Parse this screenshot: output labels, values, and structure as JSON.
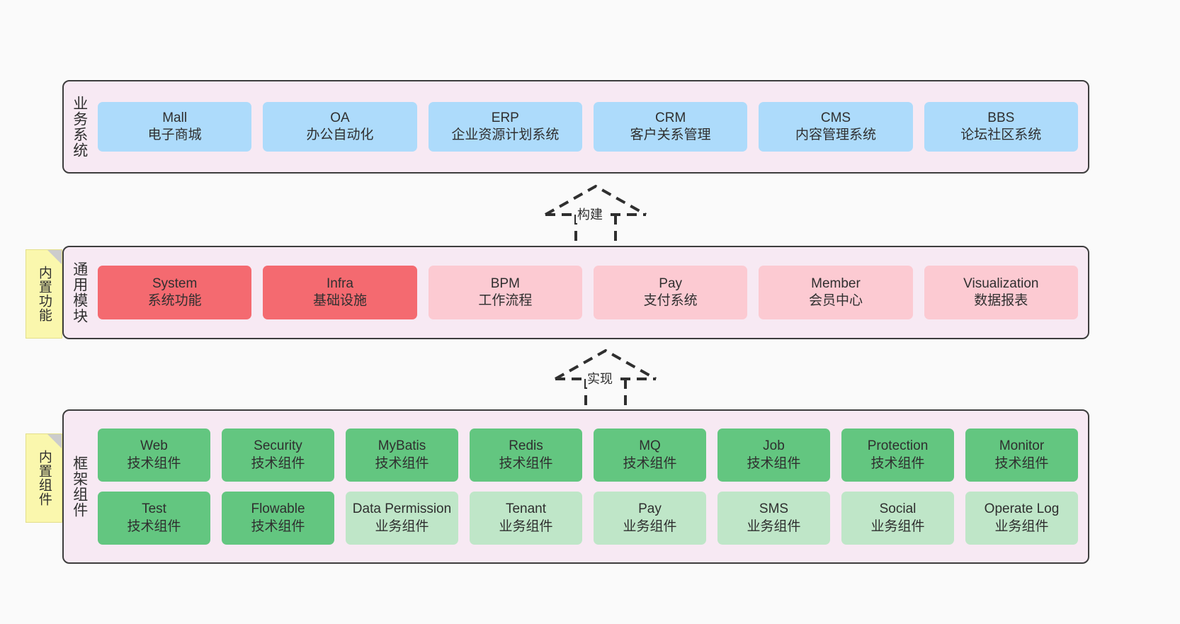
{
  "diagram": {
    "background": "#FAFAFA",
    "container_bg": "#F7E9F3",
    "colors": {
      "blue": "#ADDBFB",
      "red": "#F46A70",
      "pink": "#FCCAD2",
      "green": "#63C680",
      "green_light": "#BFE6C8",
      "note_yellow": "#FAF7AD",
      "border": "#3D3D3D"
    }
  },
  "layers": {
    "business": {
      "label": "业务系统",
      "nodes": [
        {
          "title": "Mall",
          "sub": "电子商城",
          "color": "blue"
        },
        {
          "title": "OA",
          "sub": "办公自动化",
          "color": "blue"
        },
        {
          "title": "ERP",
          "sub": "企业资源计划系统",
          "color": "blue"
        },
        {
          "title": "CRM",
          "sub": "客户关系管理",
          "color": "blue"
        },
        {
          "title": "CMS",
          "sub": "内容管理系统",
          "color": "blue"
        },
        {
          "title": "BBS",
          "sub": "论坛社区系统",
          "color": "blue"
        }
      ]
    },
    "common": {
      "label": "通用模块",
      "note": "内置功能",
      "nodes": [
        {
          "title": "System",
          "sub": "系统功能",
          "color": "red"
        },
        {
          "title": "Infra",
          "sub": "基础设施",
          "color": "red"
        },
        {
          "title": "BPM",
          "sub": "工作流程",
          "color": "pink"
        },
        {
          "title": "Pay",
          "sub": "支付系统",
          "color": "pink"
        },
        {
          "title": "Member",
          "sub": "会员中心",
          "color": "pink"
        },
        {
          "title": "Visualization",
          "sub": "数据报表",
          "color": "pink"
        }
      ]
    },
    "framework": {
      "label": "框架组件",
      "note": "内置组件",
      "row_top": [
        {
          "title": "Web",
          "sub": "技术组件",
          "color": "green"
        },
        {
          "title": "Security",
          "sub": "技术组件",
          "color": "green"
        },
        {
          "title": "MyBatis",
          "sub": "技术组件",
          "color": "green"
        },
        {
          "title": "Redis",
          "sub": "技术组件",
          "color": "green"
        },
        {
          "title": "MQ",
          "sub": "技术组件",
          "color": "green"
        },
        {
          "title": "Job",
          "sub": "技术组件",
          "color": "green"
        },
        {
          "title": "Protection",
          "sub": "技术组件",
          "color": "green"
        },
        {
          "title": "Monitor",
          "sub": "技术组件",
          "color": "green"
        }
      ],
      "row_bottom": [
        {
          "title": "Test",
          "sub": "技术组件",
          "color": "green"
        },
        {
          "title": "Flowable",
          "sub": "技术组件",
          "color": "green"
        },
        {
          "title": "Data Permission",
          "sub": "业务组件",
          "color": "green_light"
        },
        {
          "title": "Tenant",
          "sub": "业务组件",
          "color": "green_light"
        },
        {
          "title": "Pay",
          "sub": "业务组件",
          "color": "green_light"
        },
        {
          "title": "SMS",
          "sub": "业务组件",
          "color": "green_light"
        },
        {
          "title": "Social",
          "sub": "业务组件",
          "color": "green_light"
        },
        {
          "title": "Operate Log",
          "sub": "业务组件",
          "color": "green_light"
        }
      ]
    }
  },
  "connectors": [
    {
      "name": "build",
      "label": "构建",
      "style": "dashed-generalization",
      "direction": "up"
    },
    {
      "name": "realize",
      "label": "实现",
      "style": "dashed-generalization",
      "direction": "up"
    }
  ]
}
